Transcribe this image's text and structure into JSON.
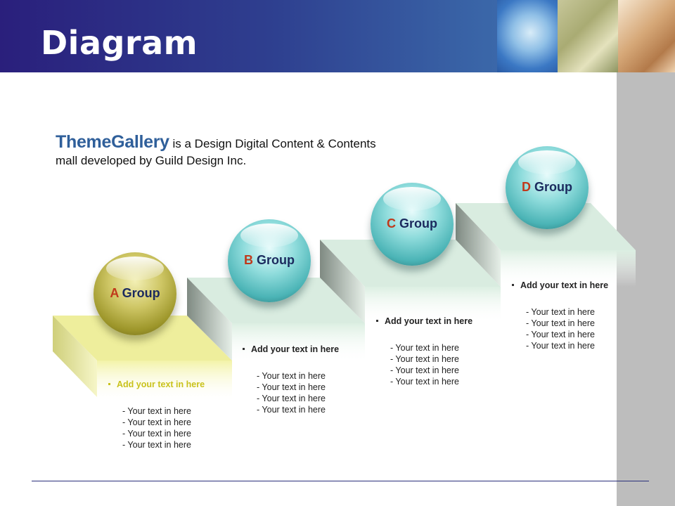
{
  "header": {
    "title": "Diagram"
  },
  "intro": {
    "brand": "ThemeGallery",
    "line1": " is a Design Digital Content & Contents",
    "line2": "mall developed by Guild Design Inc."
  },
  "groups": [
    {
      "letter": "A",
      "name": " Group",
      "heading": "Add your text in here",
      "items": [
        "Your text in here",
        "Your text in here",
        "Your text in here",
        "Your text in here"
      ]
    },
    {
      "letter": "B",
      "name": " Group",
      "heading": "Add your text in here",
      "items": [
        "Your text in here",
        "Your text in here",
        "Your text in here",
        "Your text in here"
      ]
    },
    {
      "letter": "C",
      "name": " Group",
      "heading": "Add your text in here",
      "items": [
        "Your text in here",
        "Your text in here",
        "Your text in here",
        "Your text in here"
      ]
    },
    {
      "letter": "D",
      "name": " Group",
      "heading": "Add your text in here",
      "items": [
        "Your text in here",
        "Your text in here",
        "Your text in here",
        "Your text in here"
      ]
    }
  ],
  "colors": {
    "header_dark": "#2a1f7c",
    "brand_blue": "#2f5f9a",
    "letter_red": "#c0391b",
    "group_navy": "#1b2a5e",
    "step_yellow": "#eeee9c",
    "step_green": "#d9ece0",
    "side_gray": "#bdbdbd"
  }
}
